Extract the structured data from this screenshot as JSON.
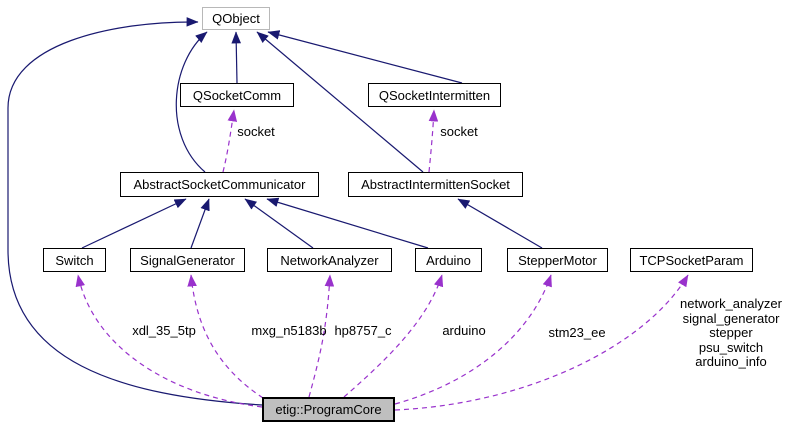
{
  "diagram": {
    "kind": "collaboration-graph",
    "colors": {
      "inheritance_edge": "#191970",
      "usage_edge": "#9932cc",
      "node_background": "#ffffff",
      "node_border": "#000000",
      "external_node_border": "#b8b8b8",
      "focus_node_background": "#bfbfbf"
    },
    "nodes": {
      "qobject": {
        "label": "QObject"
      },
      "qsocketcomm": {
        "label": "QSocketComm"
      },
      "qsocketintermitten": {
        "label": "QSocketIntermitten"
      },
      "abstractsocketcommunicator": {
        "label": "AbstractSocketCommunicator"
      },
      "abstractintermittensocket": {
        "label": "AbstractIntermittenSocket"
      },
      "switch": {
        "label": "Switch"
      },
      "signalgenerator": {
        "label": "SignalGenerator"
      },
      "networkanalyzer": {
        "label": "NetworkAnalyzer"
      },
      "arduino": {
        "label": "Arduino"
      },
      "steppermotor": {
        "label": "StepperMotor"
      },
      "tcpsocketparam": {
        "label": "TCPSocketParam"
      },
      "programcore": {
        "label": "etig::ProgramCore"
      }
    },
    "edge_labels": {
      "socket_comm": "socket",
      "socket_intermitten": "socket",
      "xdl": "xdl_35_5tp",
      "mxg": "mxg_n5183b",
      "hp": "hp8757_c",
      "arduino": "arduino",
      "stm": "stm23_ee",
      "tcp": [
        "network_analyzer",
        "signal_generator",
        "stepper",
        "psu_switch",
        "arduino_info"
      ]
    }
  }
}
